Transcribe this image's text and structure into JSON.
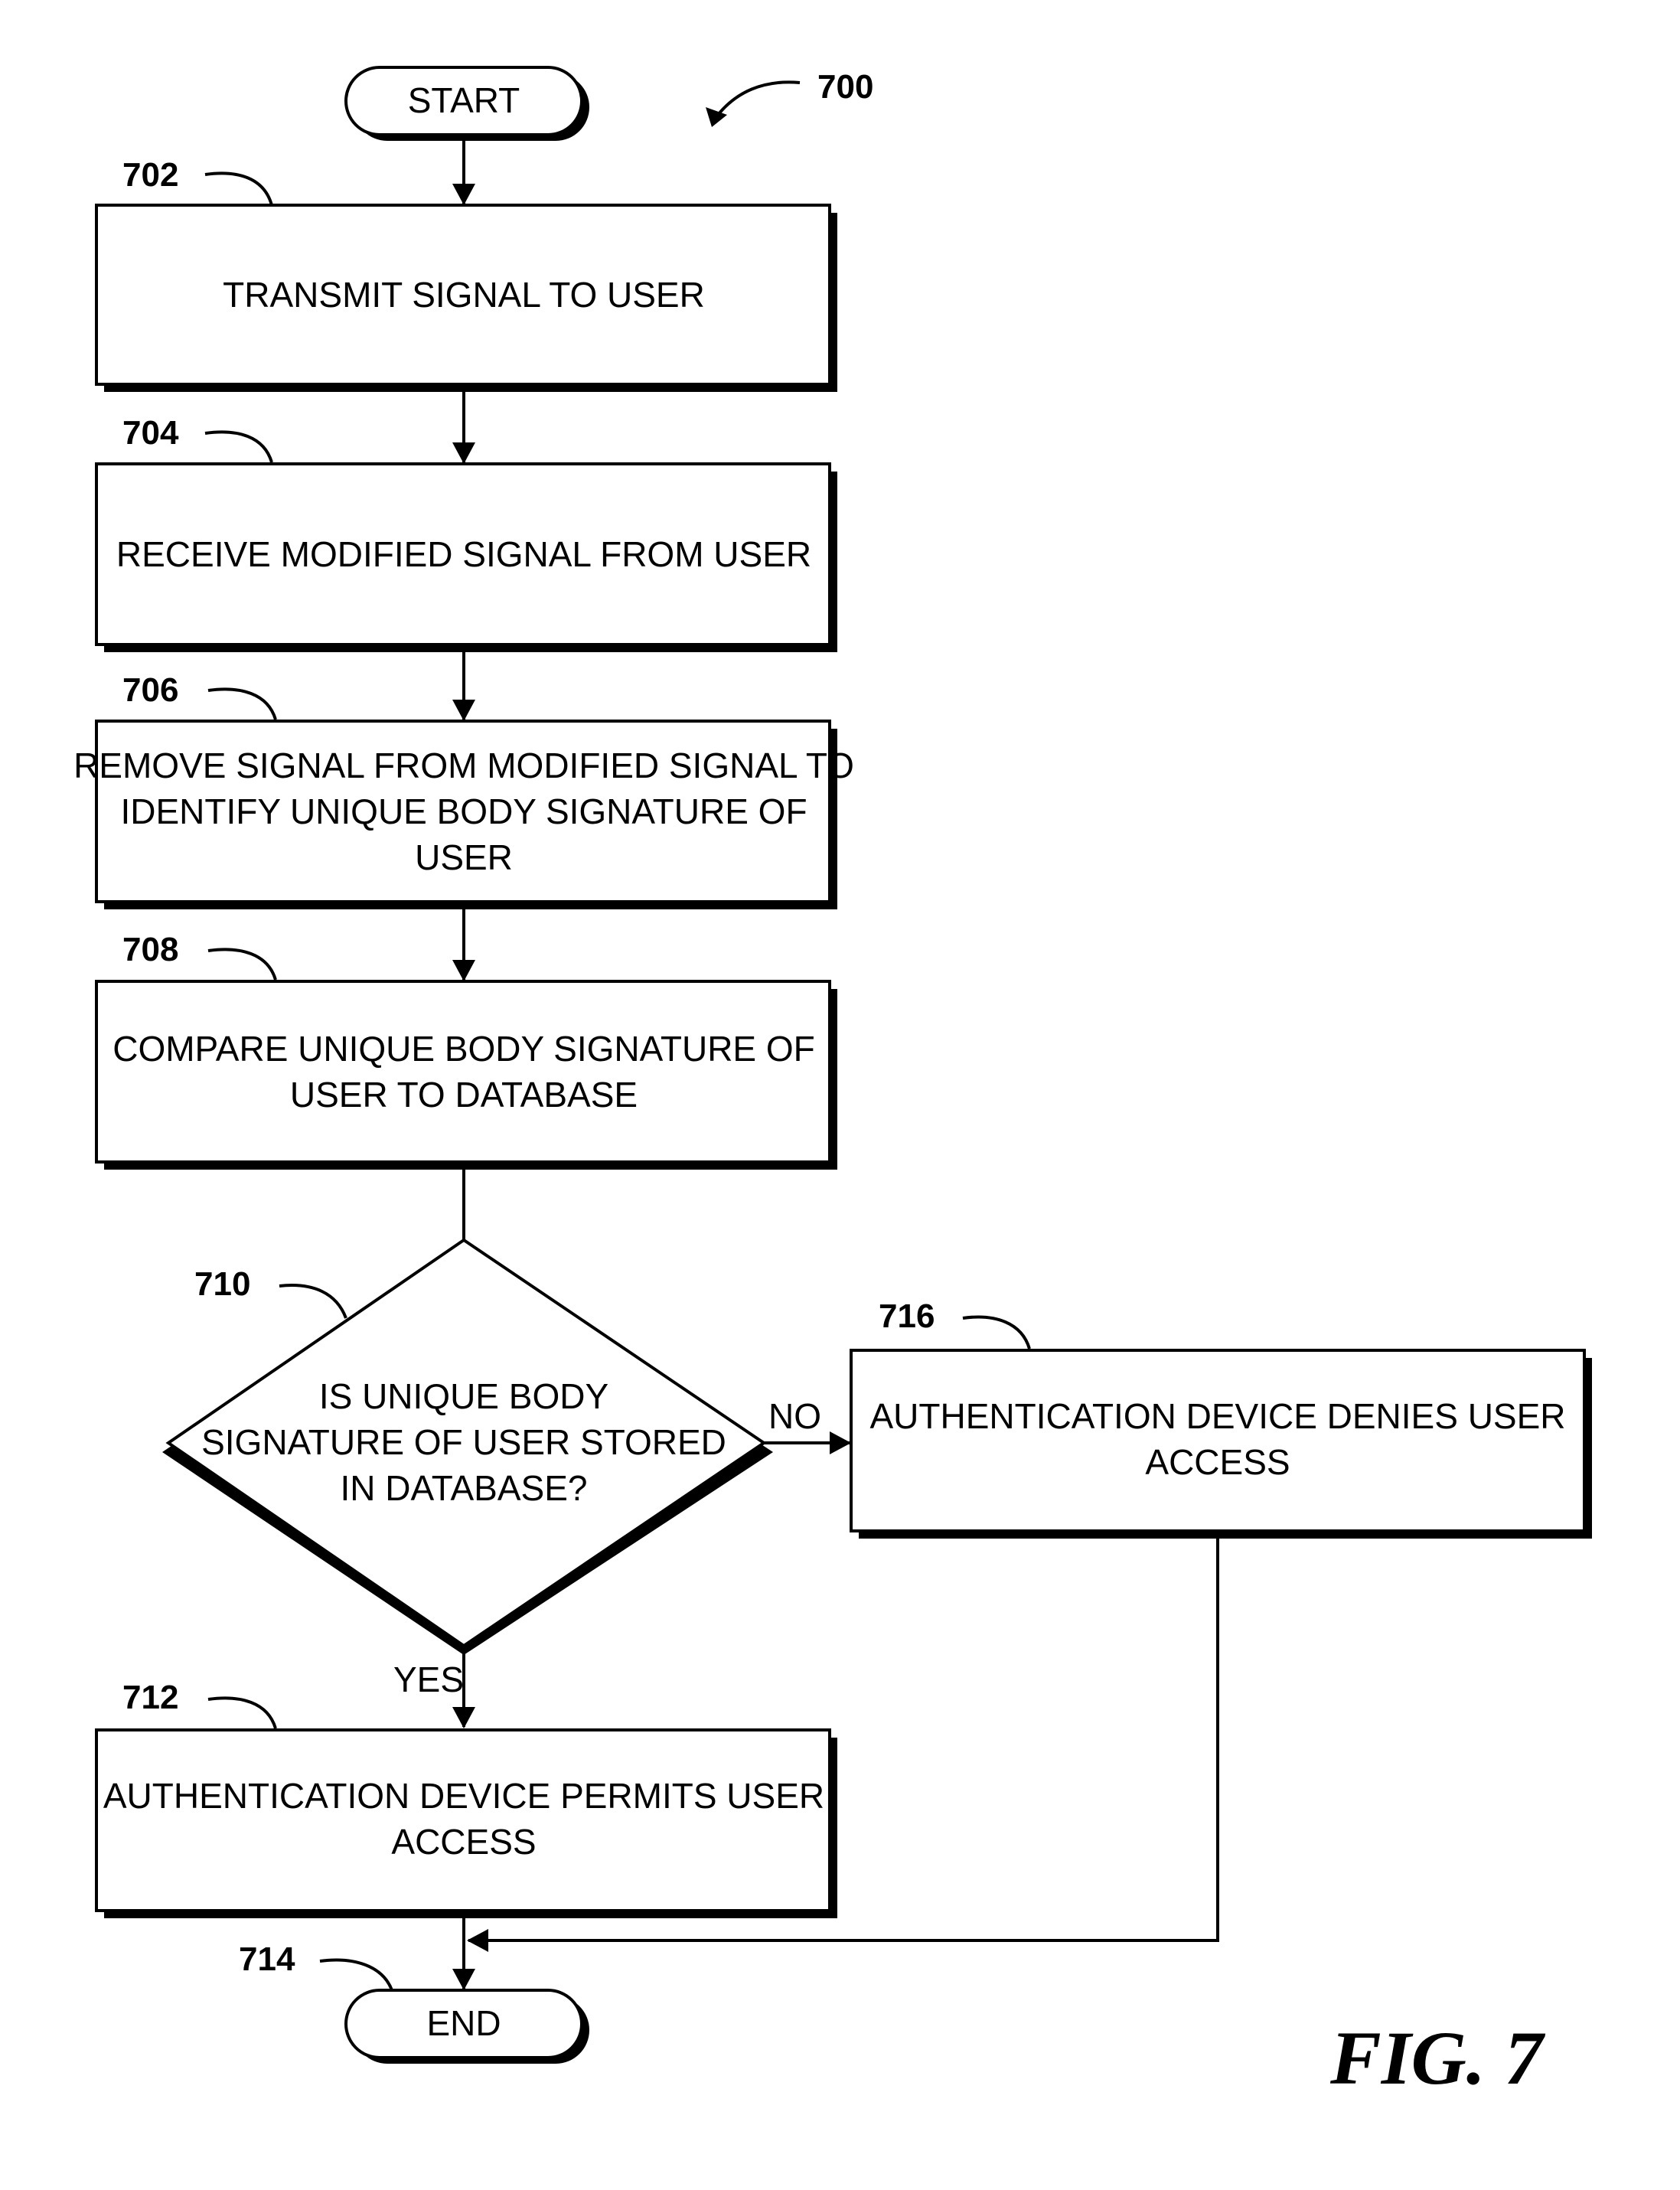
{
  "diagram": {
    "figure_ref": "700",
    "figure_caption": "FIG. 7",
    "nodes": {
      "start": {
        "label": "START"
      },
      "s702": {
        "ref": "702",
        "lines": [
          "TRANSMIT SIGNAL TO USER"
        ]
      },
      "s704": {
        "ref": "704",
        "lines": [
          "RECEIVE MODIFIED SIGNAL FROM USER"
        ]
      },
      "s706": {
        "ref": "706",
        "lines": [
          "REMOVE SIGNAL FROM MODIFIED SIGNAL TO",
          "IDENTIFY UNIQUE BODY SIGNATURE OF",
          "USER"
        ]
      },
      "s708": {
        "ref": "708",
        "lines": [
          "COMPARE UNIQUE BODY SIGNATURE OF",
          "USER TO DATABASE"
        ]
      },
      "d710": {
        "ref": "710",
        "lines": [
          "IS UNIQUE BODY",
          "SIGNATURE OF USER STORED",
          "IN DATABASE?"
        ]
      },
      "s716": {
        "ref": "716",
        "lines": [
          "AUTHENTICATION DEVICE DENIES USER",
          "ACCESS"
        ]
      },
      "s712": {
        "ref": "712",
        "lines": [
          "AUTHENTICATION DEVICE PERMITS USER",
          "ACCESS"
        ]
      },
      "end": {
        "ref": "714",
        "label": "END"
      }
    },
    "edges": {
      "no_label": "NO",
      "yes_label": "YES"
    }
  }
}
